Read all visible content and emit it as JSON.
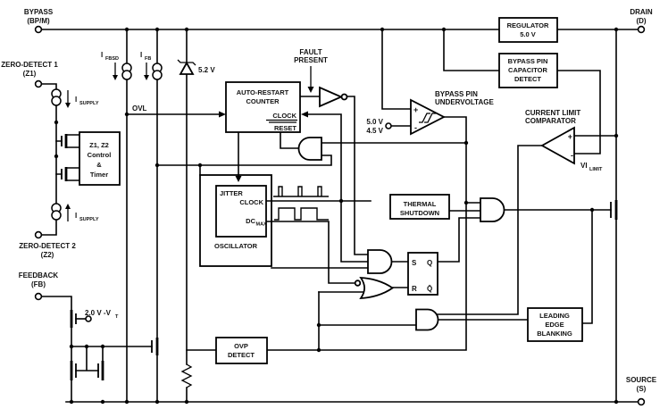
{
  "terminals": {
    "bypass": {
      "line1": "BYPASS",
      "line2": "(BP/M)"
    },
    "zero_detect_1": {
      "line1": "ZERO-DETECT 1",
      "line2": "(Z1)"
    },
    "zero_detect_2": {
      "line1": "ZERO-DETECT 2",
      "line2": "(Z2)"
    },
    "feedback": {
      "line1": "FEEDBACK",
      "line2": "(FB)"
    },
    "drain": {
      "line1": "DRAIN",
      "line2": "(D)"
    },
    "source": {
      "line1": "SOURCE",
      "line2": "(S)"
    }
  },
  "blocks": {
    "regulator": {
      "line1": "REGULATOR",
      "line2": "5.0 V"
    },
    "bypass_cap_detect": {
      "line1": "BYPASS PIN",
      "line2": "CAPACITOR",
      "line3": "DETECT"
    },
    "auto_restart": {
      "line1": "AUTO-RESTART",
      "line2": "COUNTER",
      "clock": "CLOCK",
      "reset": "RESET"
    },
    "z_control": {
      "line1": "Z1, Z2",
      "line2": "Control",
      "line3": "&",
      "line4": "Timer"
    },
    "oscillator": {
      "jitter": "JITTER",
      "clock": "CLOCK",
      "dc": "DC",
      "dc_sub": "MAX",
      "label": "OSCILLATOR"
    },
    "thermal": {
      "line1": "THERMAL",
      "line2": "SHUTDOWN"
    },
    "ovp": {
      "line1": "OVP",
      "line2": "DETECT"
    },
    "leb": {
      "line1": "LEADING",
      "line2": "EDGE",
      "line3": "BLANKING"
    },
    "latch": {
      "s": "S",
      "q": "Q",
      "r": "R",
      "qbar": "Q̄"
    }
  },
  "comparators": {
    "bypass_uv": {
      "label1": "BYPASS PIN",
      "label2": "UNDERVOLTAGE",
      "plus": "+",
      "minus": "-",
      "ref1": "5.0 V",
      "ref2": "4.5 V"
    },
    "current_limit": {
      "label1": "CURRENT LIMIT",
      "label2": "COMPARATOR",
      "plus": "+",
      "minus": "-",
      "ref_main": "VI",
      "ref_sub": "LIMIT"
    }
  },
  "signals": {
    "ovl": "OVL",
    "zener": "5.2 V",
    "fault1": "FAULT",
    "fault2": "PRESENT",
    "vt_main": "2.0 V -V",
    "vt_sub": "T",
    "i_fbsd_main": "I",
    "i_fbsd_sub": "FBSD",
    "i_fb_main": "I",
    "i_fb_sub": "FB",
    "i_supply_main": "I",
    "i_supply_sub": "SUPPLY"
  }
}
